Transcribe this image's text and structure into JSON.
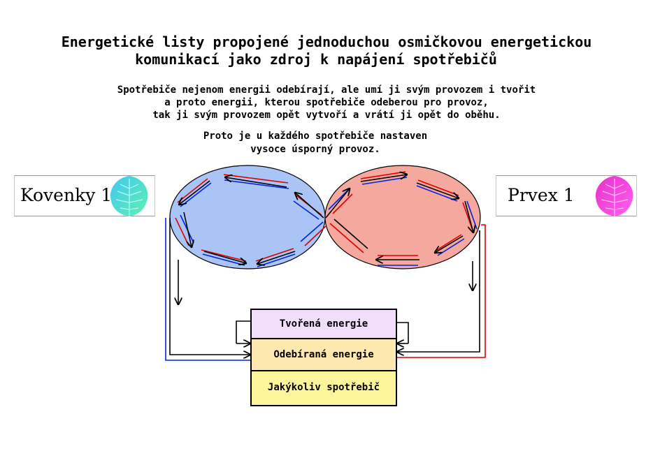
{
  "title": {
    "line1": "Energetické listy propojené jednoduchou osmičkovou energetickou",
    "line2": "komunikací jako zdroj k napájení spotřebičů"
  },
  "description": [
    "Spotřebiče nejenom energii odebírají, ale umí ji svým provozem i tvořit",
    "a proto energii, kterou spotřebiče odeberou pro provoz,",
    "tak ji svým provozem opět vytvoří a vrátí ji opět do oběhu."
  ],
  "note": [
    "Proto je u každého spotřebiče nastaven",
    "vysoce úsporný provoz."
  ],
  "left_card": {
    "label": "Kovenky 1",
    "leaf_color": "#4fe0d0"
  },
  "right_card": {
    "label": "Prvex 1",
    "leaf_color": "#f040d8"
  },
  "consumer": {
    "created": "Tvořená energie",
    "consumed": "Odebíraná energie",
    "device": "Jakýkoliv spotřebič"
  },
  "colors": {
    "left_loop": "#a9c4f5",
    "right_loop": "#f5a99e",
    "blue_line": "#0022dd",
    "red_line": "#dd0000"
  }
}
